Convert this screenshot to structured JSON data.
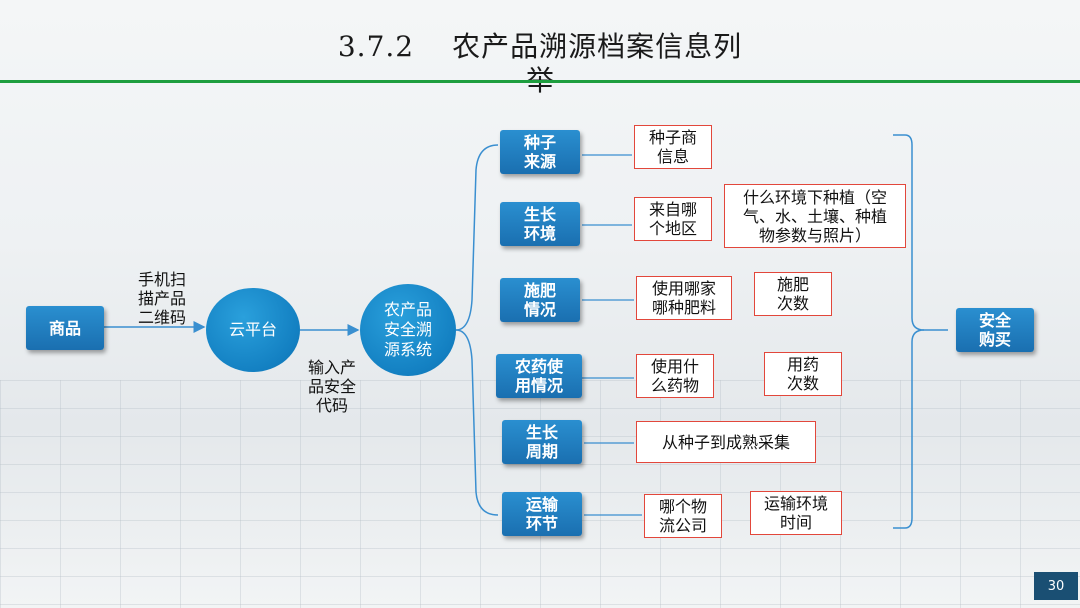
{
  "title": {
    "number": "3.7.2",
    "text": "农产品溯源档案信息列",
    "wrap": "举"
  },
  "product": "商品",
  "scan_label": "手机扫\n描产品\n二维码",
  "cloud": "云平台",
  "code_label": "输入产\n品安全\n代码",
  "system": "农产品\n安全溯\n源系统",
  "categories": [
    {
      "label": "种子\n来源",
      "details": [
        "种子商\n信息"
      ]
    },
    {
      "label": "生长\n环境",
      "details": [
        "来自哪\n个地区",
        "什么环境下种植（空\n气、水、土壤、种植\n物参数与照片）"
      ]
    },
    {
      "label": "施肥\n情况",
      "details": [
        "使用哪家\n哪种肥料",
        "施肥\n次数"
      ]
    },
    {
      "label": "农药使\n用情况",
      "details": [
        "使用什\n么药物",
        "用药\n次数"
      ]
    },
    {
      "label": "生长\n周期",
      "details": [
        "从种子到成熟采集"
      ]
    },
    {
      "label": "运输\n环节",
      "details": [
        "哪个物\n流公司",
        "运输环境\n时间"
      ]
    }
  ],
  "result": "安全\n购买",
  "page_number": "30",
  "colors": {
    "accent": "#1e9e3f",
    "node": "#1a7bc0",
    "box_border": "#e2473b",
    "line": "#3a8fd0"
  }
}
